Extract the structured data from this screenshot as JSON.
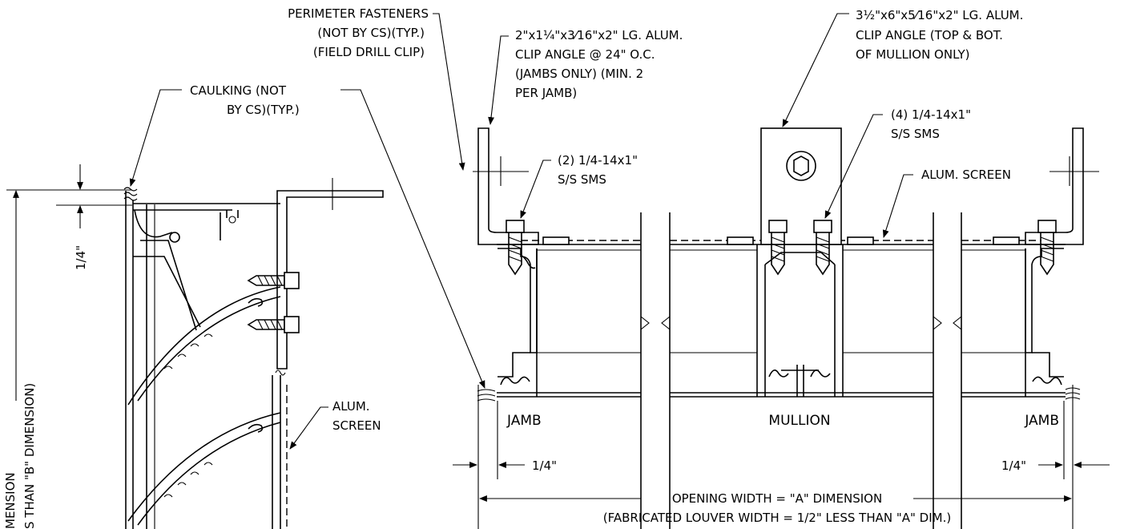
{
  "labels": {
    "perimeter_fasteners": [
      "PERIMETER FASTENERS",
      "(NOT BY CS)(TYP.)",
      "(FIELD DRILL CLIP)"
    ],
    "clip_angle_jamb": [
      "2\"x1¼\"x3⁄16\"x2\" LG. ALUM.",
      "CLIP ANGLE @ 24\" O.C.",
      "(JAMBS ONLY) (MIN. 2",
      "PER JAMB)"
    ],
    "clip_angle_mullion": [
      "3½\"x6\"x5⁄16\"x2\" LG. ALUM.",
      "CLIP ANGLE (TOP & BOT.",
      "OF MULLION ONLY)"
    ],
    "caulking": [
      "CAULKING (NOT",
      "BY CS)(TYP.)"
    ],
    "screws_2": [
      "(2) 1/4-14x1\"",
      "S/S SMS"
    ],
    "screws_4": [
      "(4) 1/4-14x1\"",
      "S/S SMS"
    ],
    "screen_right": "ALUM. SCREEN",
    "screen_left": [
      "ALUM.",
      "SCREEN"
    ],
    "quarter_vertical": "1/4\"",
    "quarter_left": "1/4\"",
    "quarter_right": "1/4\"",
    "jamb_left": "JAMB",
    "mullion": "MULLION",
    "jamb_right": "JAMB",
    "opening_width": "OPENING WIDTH = \"A\" DIMENSION",
    "fabricated_width": "(FABRICATED LOUVER WIDTH = 1/2\"  LESS THAN \"A\" DIM.)",
    "height_dim_1": "MENSION",
    "height_dim_2": "S THAN \"B\" DIMENSION)"
  }
}
